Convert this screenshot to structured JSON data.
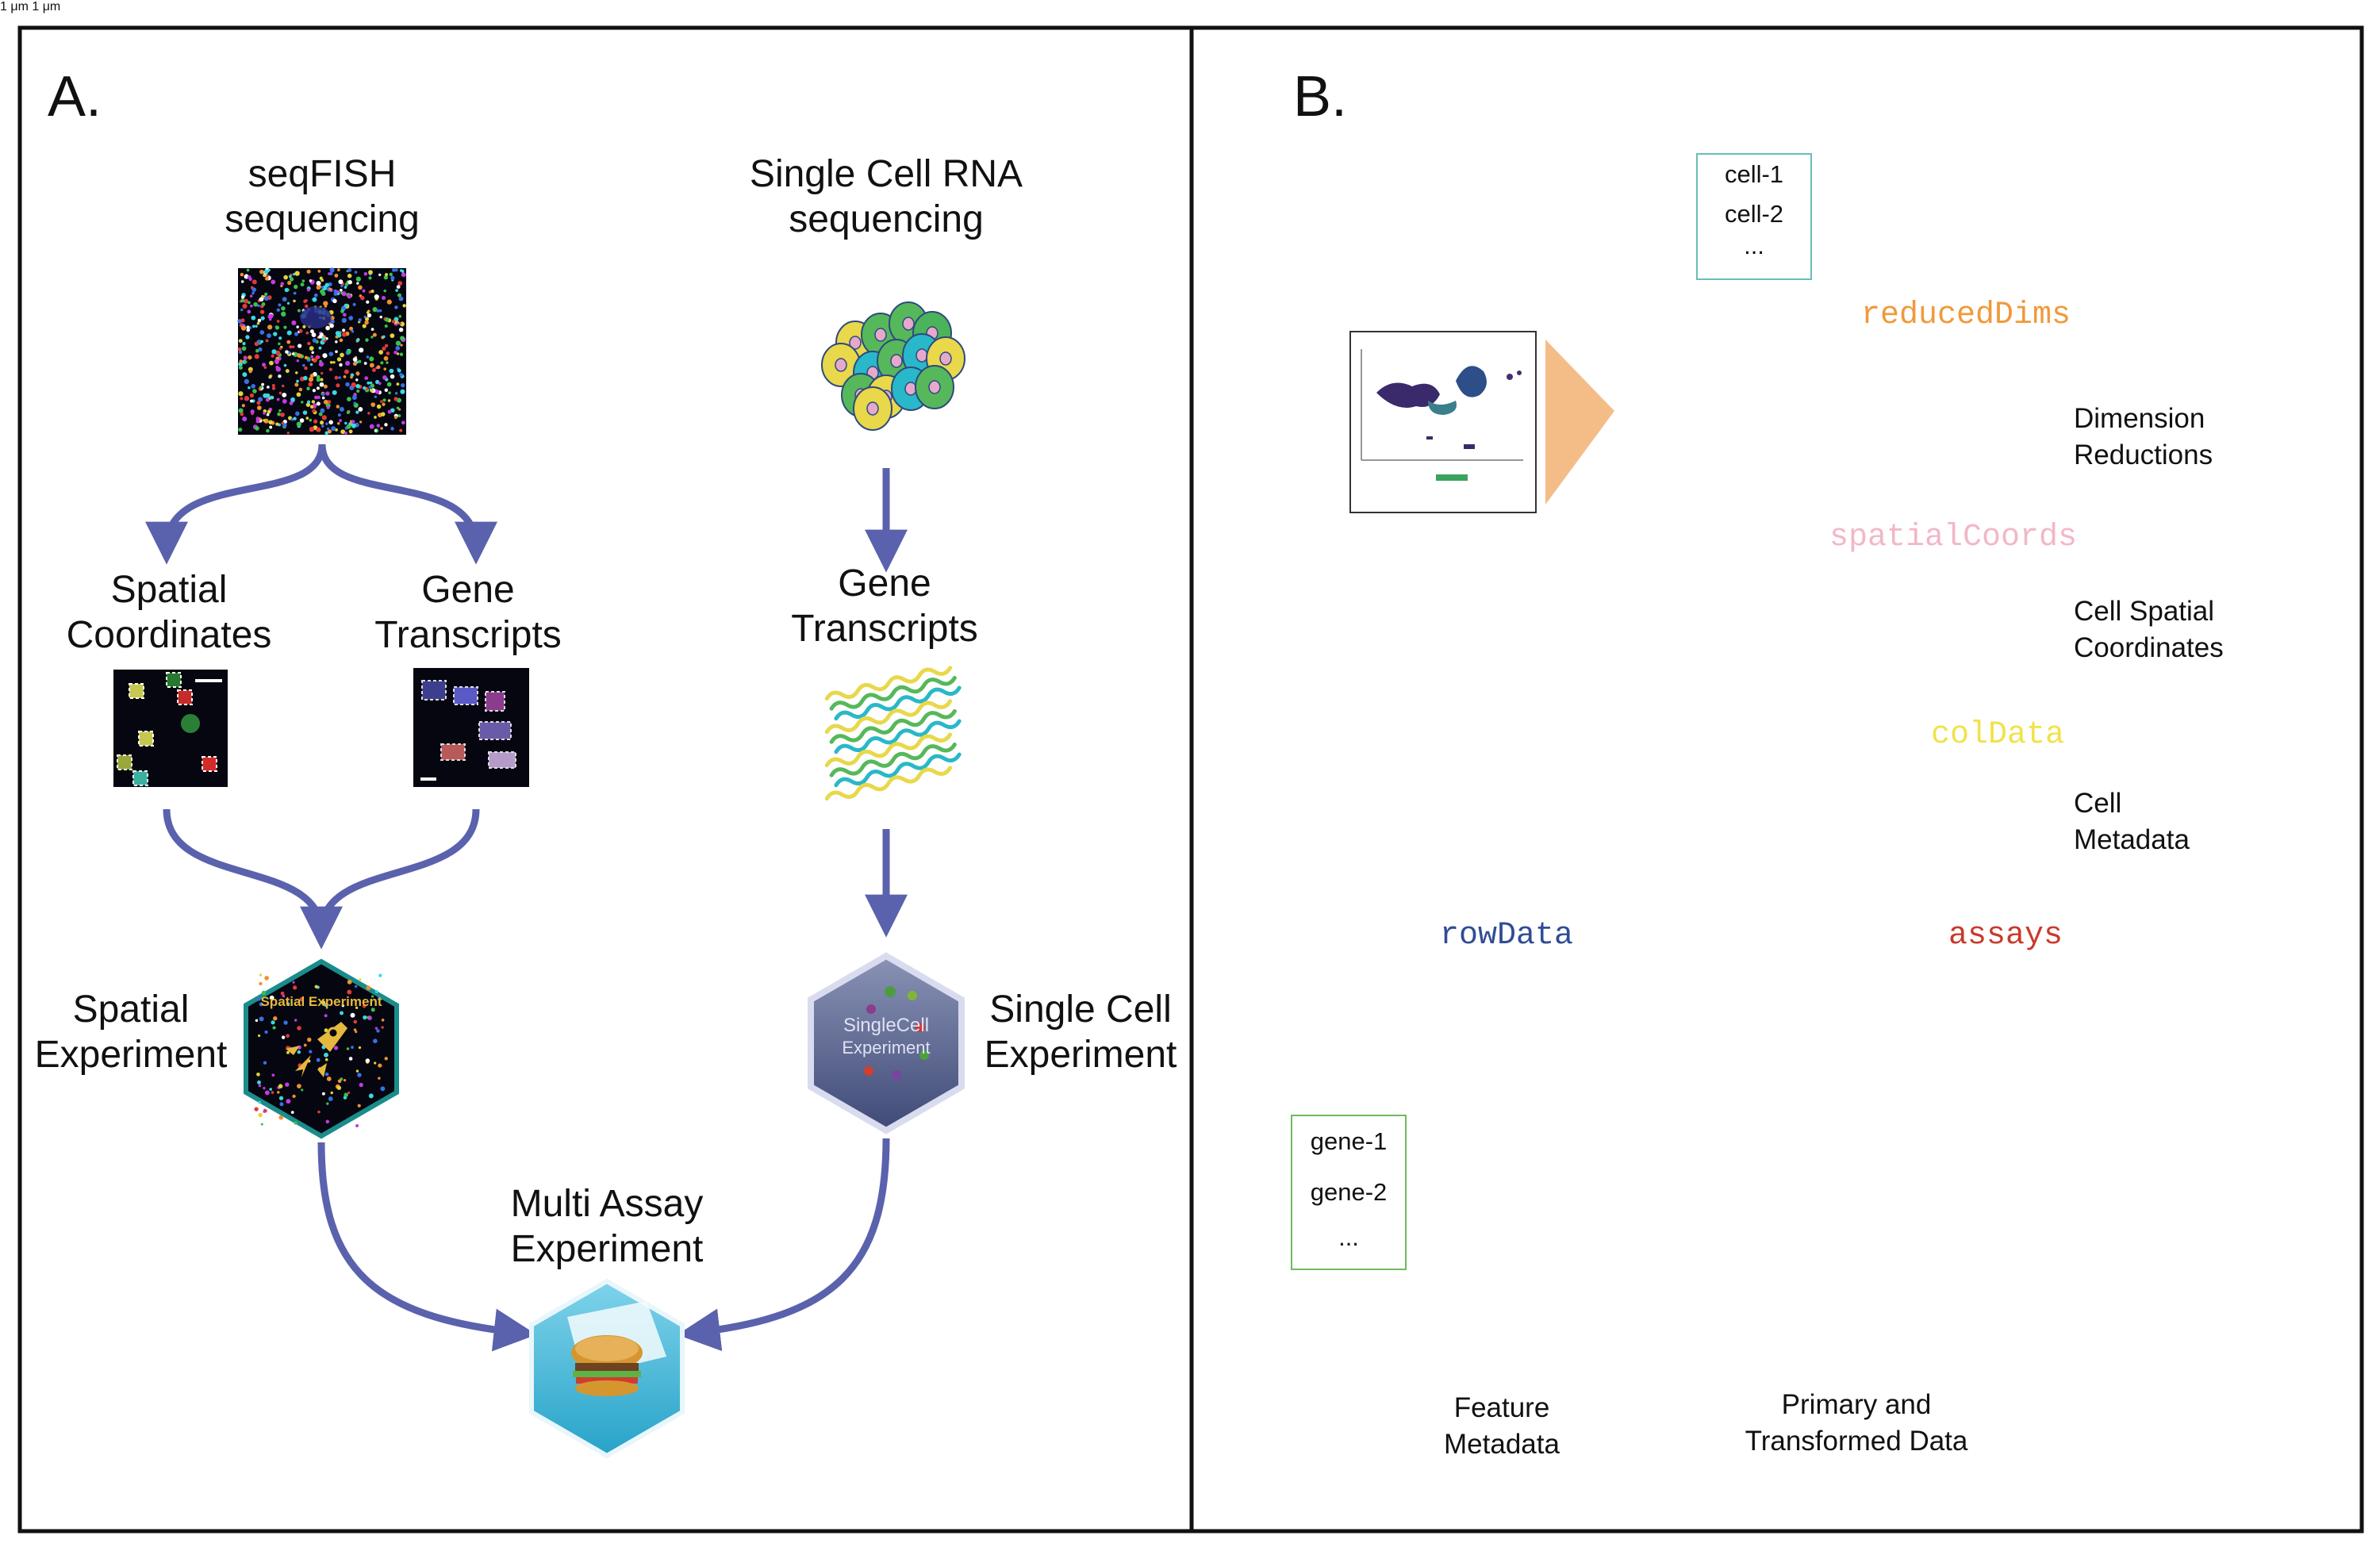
{
  "panel_a": {
    "label": "A.",
    "seqfish_title": [
      "seqFISH",
      "sequencing"
    ],
    "scrna_title": [
      "Single Cell RNA",
      "sequencing"
    ],
    "spatial_coordinates": [
      "Spatial",
      "Coordinates"
    ],
    "gene_transcripts_left": [
      "Gene",
      "Transcripts"
    ],
    "gene_transcripts_right": [
      "Gene",
      "Transcripts"
    ],
    "spatial_experiment": [
      "Spatial",
      "Experiment"
    ],
    "single_cell_experiment": [
      "Single Cell",
      "Experiment"
    ],
    "multi_assay_experiment": [
      "Multi Assay",
      "Experiment"
    ],
    "scale_label": "1 μm",
    "spe_logo_text": "Spatial Experiment",
    "sce_logo_text": [
      "SingleCell",
      "Experiment"
    ]
  },
  "panel_b": {
    "label": "B.",
    "cell_ids": [
      "cell-1",
      "cell-2",
      "..."
    ],
    "gene_ids": [
      "gene-1",
      "gene-2",
      "..."
    ],
    "reduced_dims": "reducedDims",
    "spatial_coords": "spatialCoords",
    "col_data": "colData",
    "row_data": "rowData",
    "assays": "assays",
    "dimension_reductions": [
      "Dimension",
      "Reductions"
    ],
    "cell_spatial_coordinates": [
      "Cell Spatial",
      "Coordinates"
    ],
    "cell_metadata": [
      "Cell",
      "Metadata"
    ],
    "feature_metadata": [
      "Feature",
      "Metadata"
    ],
    "primary_transformed": [
      "Primary and",
      "Transformed Data"
    ],
    "scale_label": "1 μm"
  },
  "colors": {
    "arrow": "#5a62ad",
    "orange": "#ed9537",
    "orange_light": "#f4bd88",
    "pink": "#efcfdf",
    "pink_arrow": "#e3cde4",
    "yellow": "#f3ea5a",
    "blue": "#34499b",
    "red": "#d13f31",
    "red_light": "#e48969",
    "cyan": "#78cbda",
    "green": "#6fba5e",
    "cell_box_border": "#69bdb8",
    "gene_box_border": "#6fba5e",
    "reduced_dims_text": "#ef9a3b",
    "spatial_coords_text": "#f2b7c7",
    "col_data_text": "#f0e24a",
    "row_data_text": "#2f4c95",
    "assays_text": "#c93a2b"
  }
}
